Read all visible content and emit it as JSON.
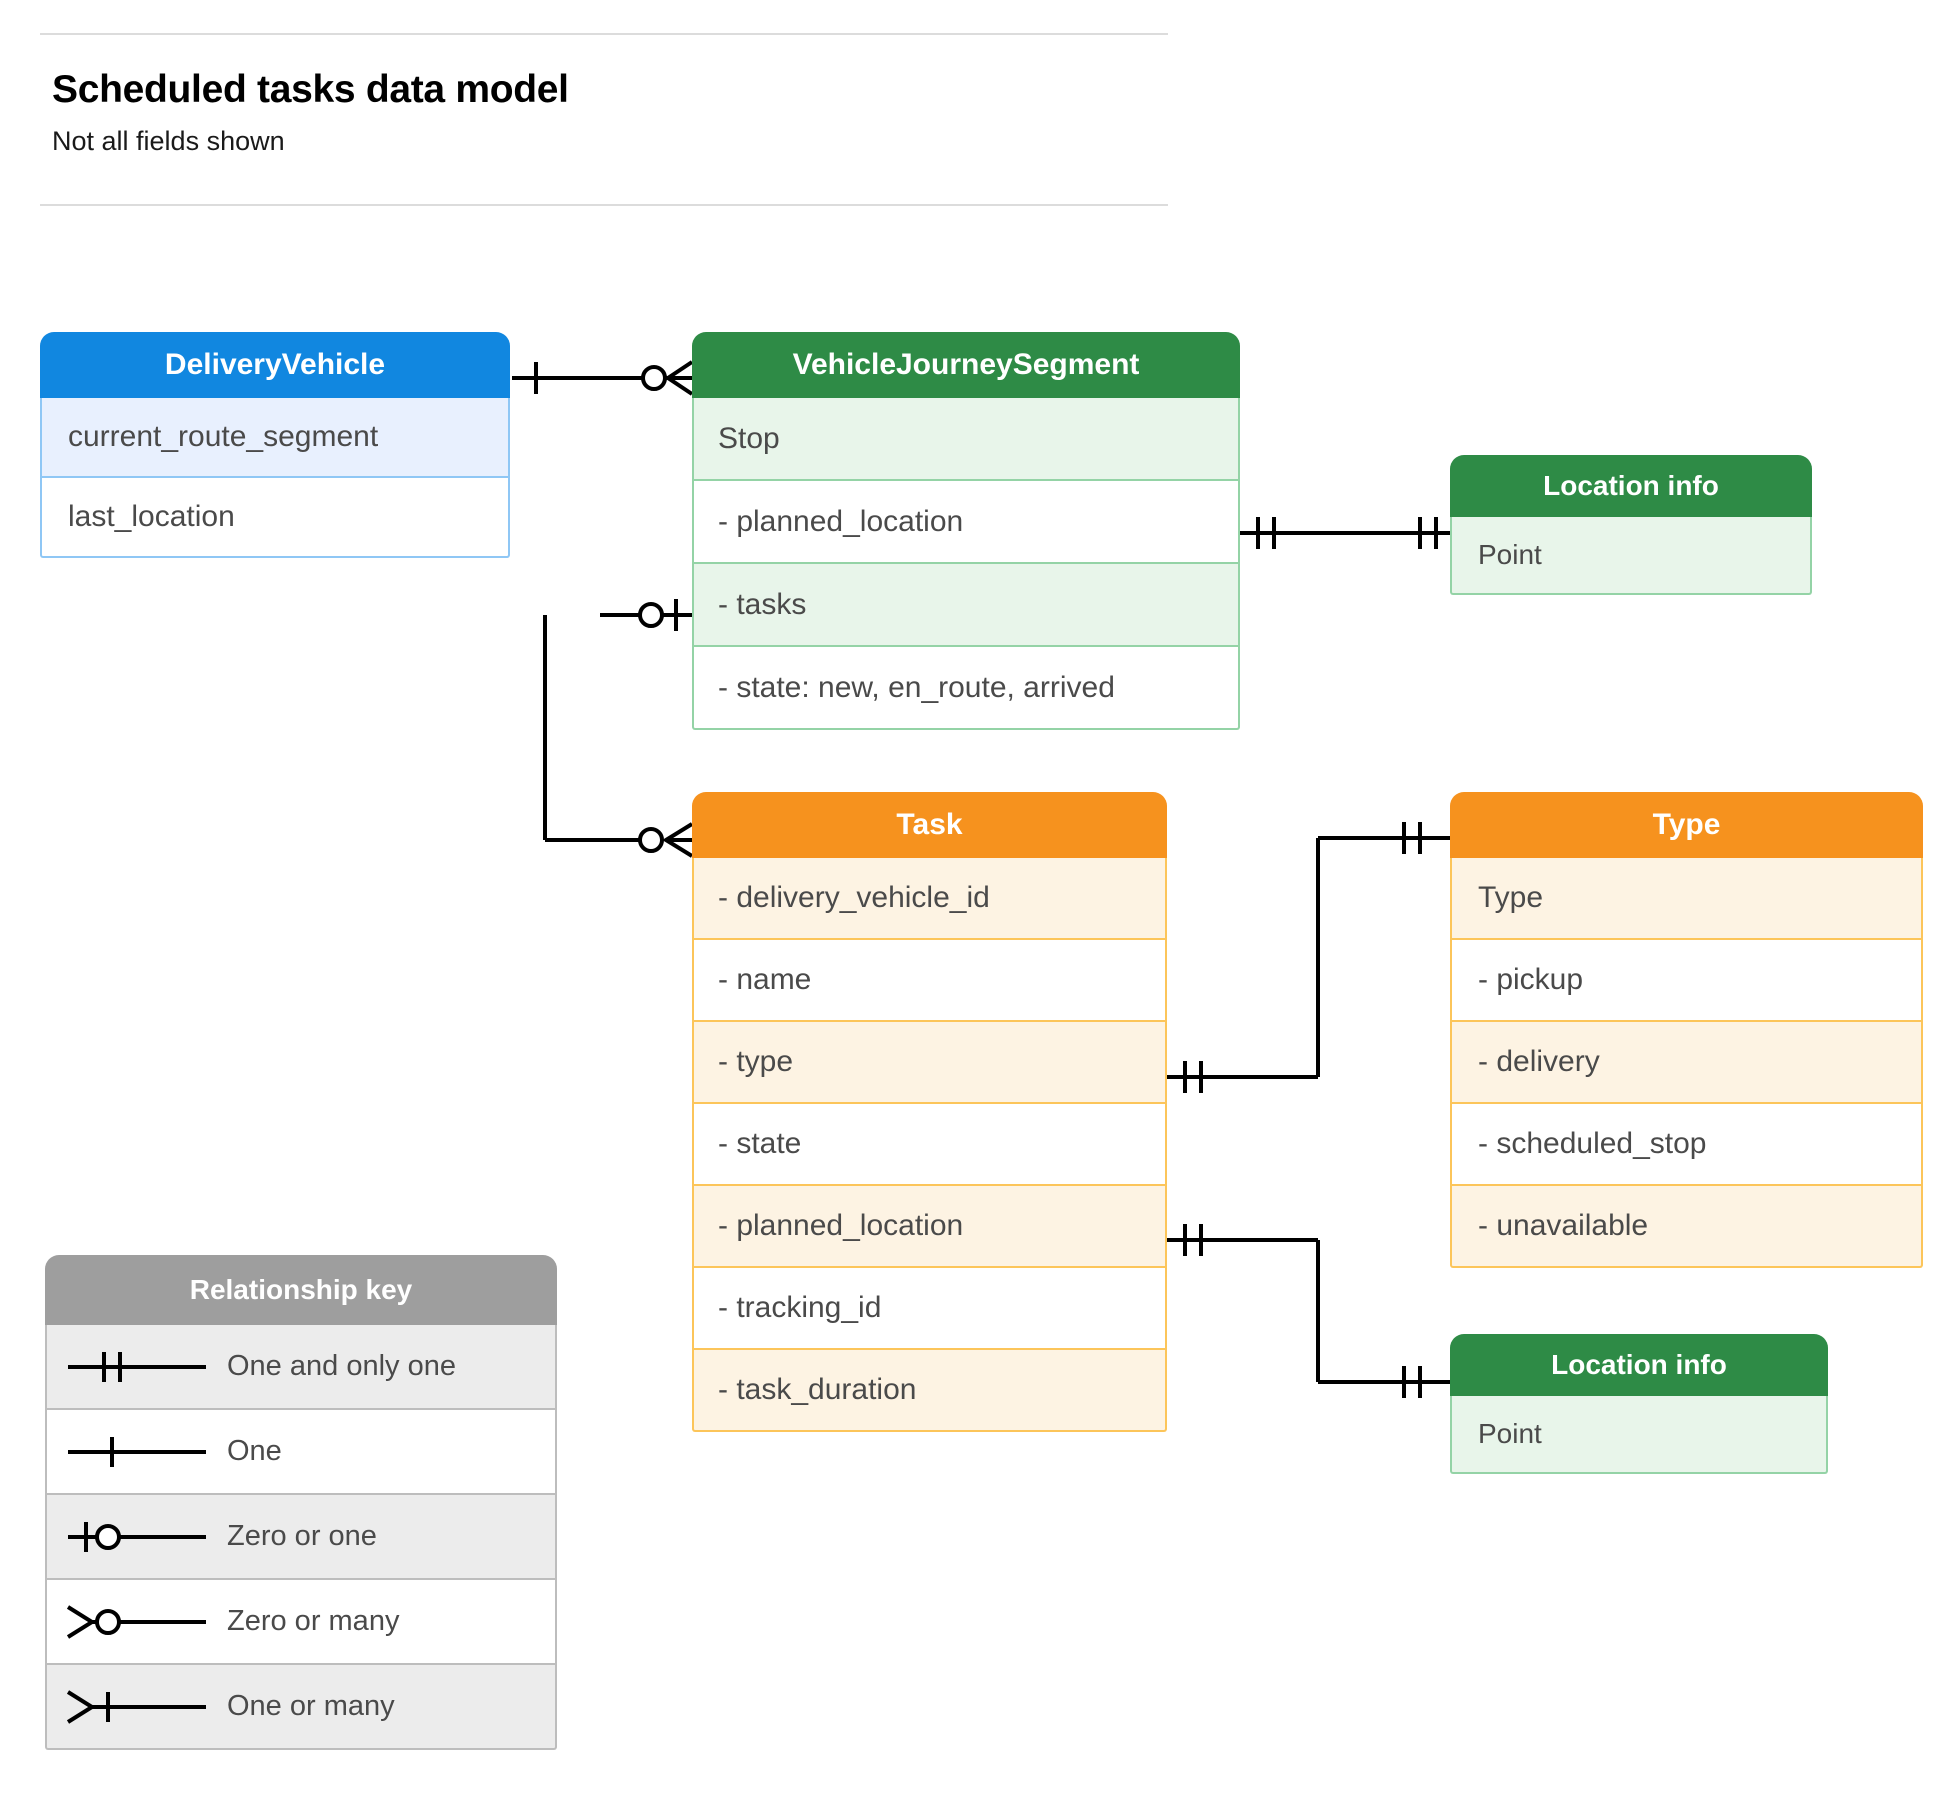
{
  "header": {
    "title": "Scheduled tasks data model",
    "subtitle": "Not all fields shown"
  },
  "entities": [
    {
      "id": "deliveryvehicle",
      "name": "DeliveryVehicle",
      "color": "#1187e0",
      "rows": [
        "current_route_segment",
        "last_location"
      ]
    },
    {
      "id": "vehiclejourneysegment",
      "name": "VehicleJourneySegment",
      "color": "#2e8b46",
      "rows": [
        "Stop",
        "-  planned_location",
        "- tasks",
        "- state: new, en_route, arrived"
      ]
    },
    {
      "id": "location-info-top",
      "name": "Location info",
      "color": "#2e8b46",
      "rows": [
        "Point"
      ]
    },
    {
      "id": "task",
      "name": "Task",
      "color": "#f6921e",
      "rows": [
        "- delivery_vehicle_id",
        "- name",
        "- type",
        "- state",
        "- planned_location",
        "- tracking_id",
        "- task_duration"
      ]
    },
    {
      "id": "type",
      "name": "Type",
      "color": "#f6921e",
      "rows": [
        "Type",
        "-   pickup",
        "-   delivery",
        "-   scheduled_stop",
        "-   unavailable"
      ]
    },
    {
      "id": "location-info-bottom",
      "name": "Location info",
      "color": "#2e8b46",
      "rows": [
        "Point"
      ]
    }
  ],
  "legend": {
    "title": "Relationship key",
    "color": "#9e9e9e",
    "items": [
      {
        "symbol": "one-and-only-one",
        "label": "One and only one"
      },
      {
        "symbol": "one",
        "label": "One"
      },
      {
        "symbol": "zero-or-one",
        "label": "Zero or one"
      },
      {
        "symbol": "zero-or-many",
        "label": "Zero or many"
      },
      {
        "symbol": "one-or-many",
        "label": "One or many"
      }
    ]
  },
  "relationships": [
    {
      "from": "DeliveryVehicle",
      "to": "VehicleJourneySegment",
      "from_card": "one",
      "to_card": "zero-or-many"
    },
    {
      "from": "VehicleJourneySegment.planned_location",
      "to": "Location info",
      "from_card": "one-and-only-one",
      "to_card": "one-and-only-one"
    },
    {
      "from": "VehicleJourneySegment.tasks",
      "to": "Task",
      "from_card": "zero-or-one",
      "to_card": "zero-or-many"
    },
    {
      "from": "Task.type",
      "to": "Type",
      "from_card": "one-and-only-one",
      "to_card": "one-and-only-one"
    },
    {
      "from": "Task.planned_location",
      "to": "Location info",
      "from_card": "one-and-only-one",
      "to_card": "one-and-only-one"
    }
  ]
}
